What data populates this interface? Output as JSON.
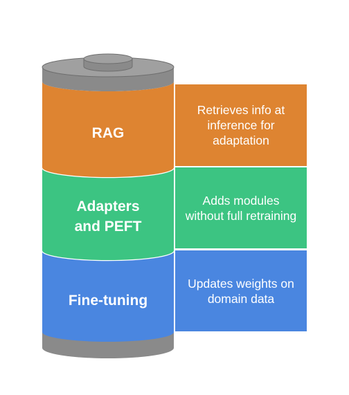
{
  "colors": {
    "rag": "#DE8431",
    "adapters": "#3CC482",
    "finetuning": "#4A86E0",
    "cap": "#8A8A8A",
    "cap_top": "#A0A0A0",
    "cap_rim": "#6E6E6E"
  },
  "layers": [
    {
      "label_lines": [
        "RAG"
      ],
      "description": "Retrieves info at inference for adaptation"
    },
    {
      "label_lines": [
        "Adapters",
        "and PEFT"
      ],
      "description": "Adds modules without full retraining"
    },
    {
      "label_lines": [
        "Fine-tuning"
      ],
      "description": "Updates weights on domain data"
    }
  ]
}
